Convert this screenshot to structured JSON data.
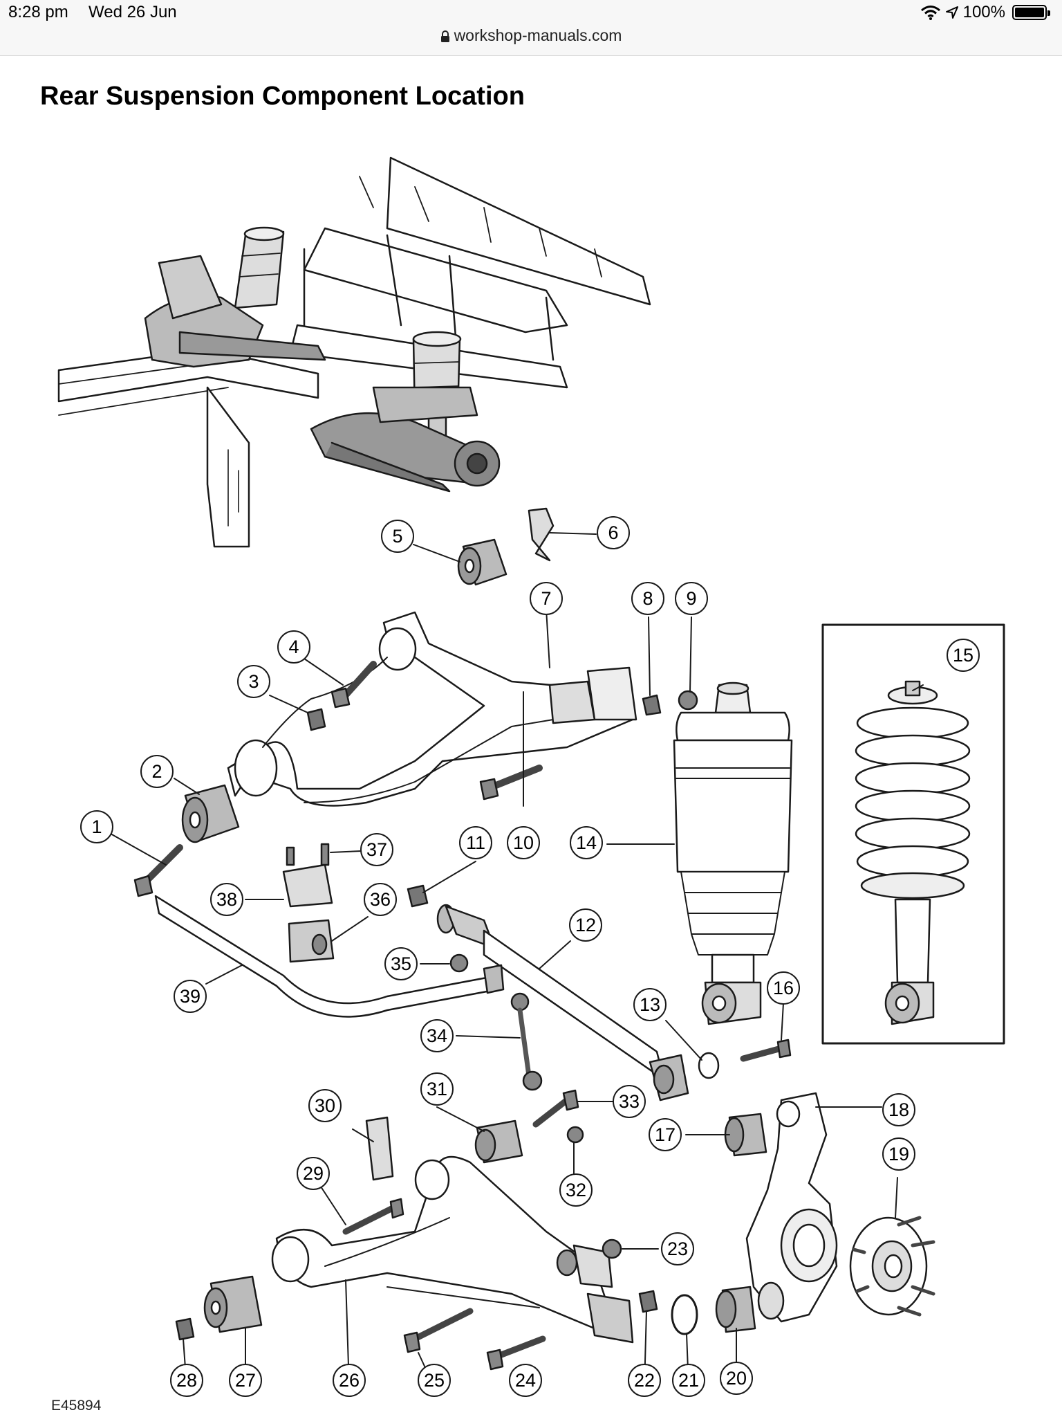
{
  "status_bar": {
    "time": "8:28 pm",
    "date": "Wed 26 Jun",
    "battery": "100%",
    "battery_level": 1.0
  },
  "browser": {
    "url": "workshop-manuals.com"
  },
  "page": {
    "title": "Rear Suspension Component Location"
  },
  "diagram": {
    "reference_code": "E45894",
    "callouts": [
      "1",
      "2",
      "3",
      "4",
      "5",
      "6",
      "7",
      "8",
      "9",
      "10",
      "11",
      "12",
      "13",
      "14",
      "15",
      "16",
      "17",
      "18",
      "19",
      "20",
      "21",
      "22",
      "23",
      "24",
      "25",
      "26",
      "27",
      "28",
      "29",
      "30",
      "31",
      "32",
      "33",
      "34",
      "35",
      "36",
      "37",
      "38",
      "39"
    ]
  }
}
